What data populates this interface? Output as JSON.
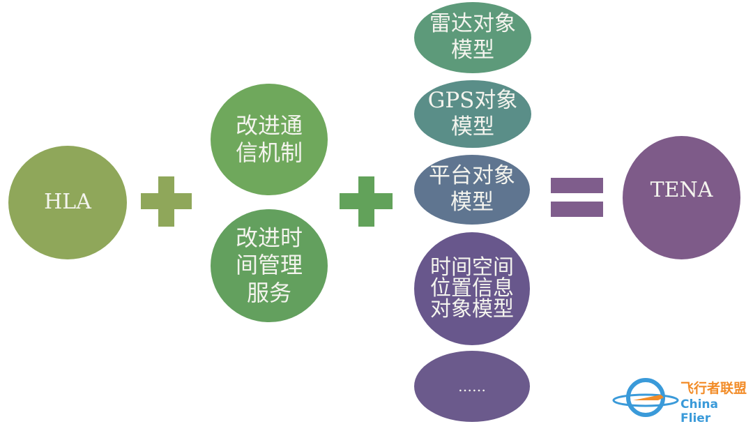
{
  "nodes": {
    "hla": "HLA",
    "comm": "改进通\n信机制",
    "time": "改进时\n间管理\n服务",
    "radar": "雷达对象\n模型",
    "gps": "GPS对象\n模型",
    "platform": "平台对象\n模型",
    "tspi": "时间空间\n位置信息\n对象模型",
    "more": "……",
    "tena": "TENA"
  },
  "operators": {
    "plus": "plus-icon",
    "equals": "equals-icon"
  },
  "colors": {
    "hla": "#8fa75a",
    "plus1": "#8fa75a",
    "comm": "#6fa85c",
    "time": "#63a05e",
    "plus2": "#62a25a",
    "radar": "#5d9a7a",
    "gps": "#5a8e88",
    "platform": "#5f7590",
    "tspi": "#68578c",
    "more": "#6b5a8c",
    "equals": "#7f5d8c",
    "tena": "#7e5b89"
  },
  "watermark": {
    "cn": "飞行者联盟",
    "en": "China Flier"
  }
}
